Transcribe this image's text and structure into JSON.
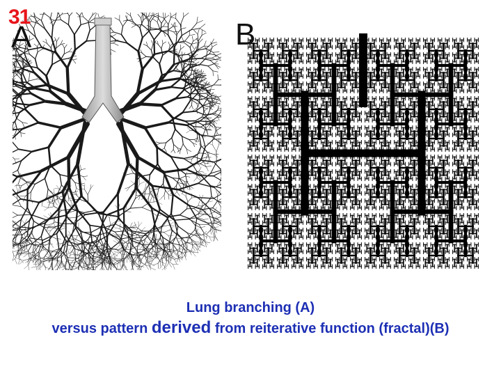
{
  "slide": {
    "number": "31"
  },
  "panels": {
    "a_label": "A",
    "b_label": "B"
  },
  "caption": {
    "line1": "Lung branching (A)",
    "line2_prefix": "versus pattern",
    "line2_emphasis": "derived",
    "line2_suffix": "from reiterative function (fractal)(B)"
  },
  "colors": {
    "slide_number": "#e8141b",
    "caption": "#1d2fb4",
    "ink": "#111111"
  }
}
